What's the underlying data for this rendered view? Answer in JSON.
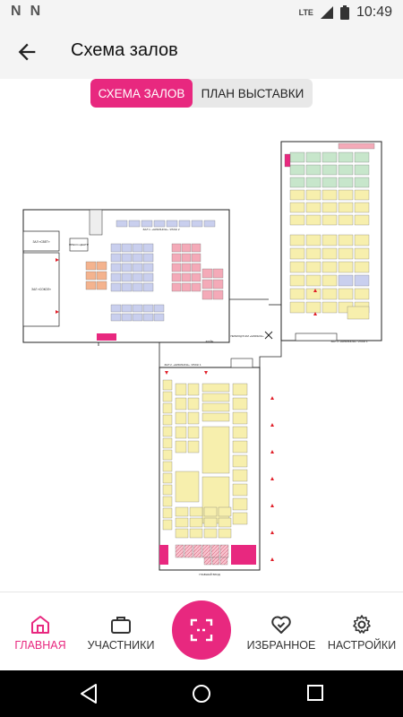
{
  "status": {
    "left_icons": [
      "N",
      "N"
    ],
    "network": "LTE",
    "time": "10:49"
  },
  "header": {
    "title": "Схема залов"
  },
  "tabs": [
    {
      "label": "СХЕМА ЗАЛОВ",
      "active": true
    },
    {
      "label": "ПЛАН ВЫСТАВКИ",
      "active": false
    }
  ],
  "floorplan": {
    "hall_left_top": "ЗАЛ 1. «НИКИНОН». ЭТАЖ 2",
    "hall_right": "ЗАЛ 3. «НИКИНОН». ЭТАЖ 1",
    "hall_center": "ЗАЛ 2. «НИКИНОН». ЭТАЖ 1",
    "zal_svet": "ЗАЛ «СВЕТ»",
    "zal_sokol": "ЗАЛ «СОКОЛ»",
    "press_center": "ПРЕСС-ЦЕНТР",
    "foyer": "ФОЙЕ",
    "passage": "ПЕРЕХОД В ЗАЛ «НИКИНОН»",
    "main_entrance": "ГЛАВНЫЙ ВХОД"
  },
  "bottom_nav": [
    {
      "label": "ГЛАВНАЯ",
      "icon": "home-icon",
      "active": true
    },
    {
      "label": "УЧАСТНИКИ",
      "icon": "briefcase-icon",
      "active": false
    },
    {
      "label": "ИЗБРАННОЕ",
      "icon": "heart-check-icon",
      "active": false
    },
    {
      "label": "НАСТРОЙКИ",
      "icon": "gear-icon",
      "active": false
    }
  ],
  "colors": {
    "accent": "#e8287f",
    "booth_yellow": "#f7efad",
    "booth_blue": "#c9cfee",
    "booth_green": "#c7e6cb",
    "booth_orange": "#f4b38e",
    "booth_pink": "#f4aab8"
  }
}
